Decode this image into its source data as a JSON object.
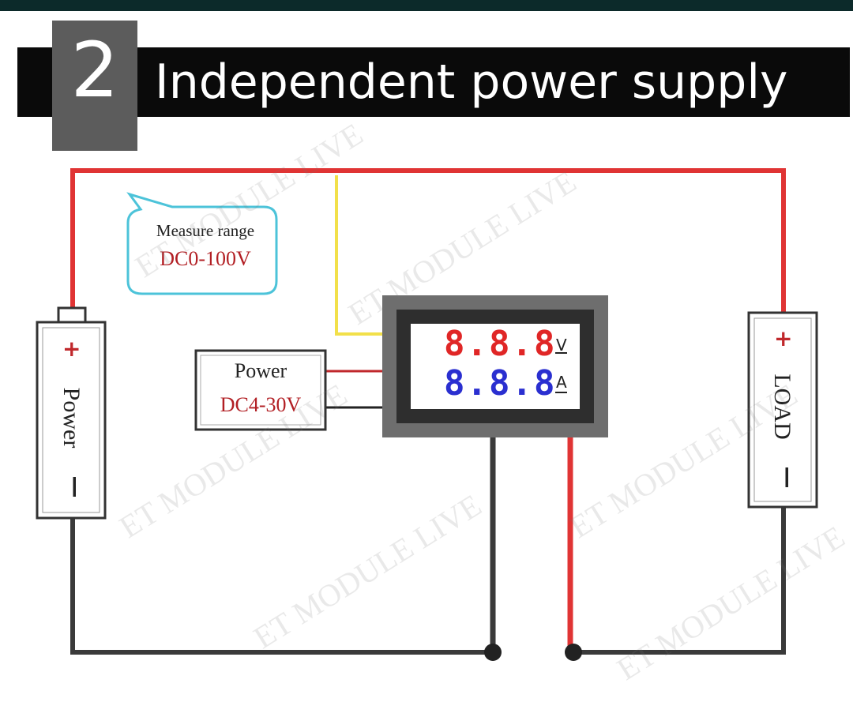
{
  "header": {
    "number": "2",
    "title": "Independent power supply"
  },
  "callouts": {
    "measure_label": "Measure range",
    "measure_value": "DC0-100V",
    "power_label": "Power",
    "power_value": "DC4-30V"
  },
  "meter": {
    "voltage_digits": "8.8.8",
    "current_digits": "8.8.8",
    "voltage_unit": "V",
    "current_unit": "A"
  },
  "terminals": {
    "left_label": "Power",
    "right_label": "LOAD",
    "plus": "+",
    "minus": "—"
  },
  "watermark": "ET MODULE LIVE",
  "colors": {
    "red_wire": "#e03434",
    "black_wire": "#3a3a3a",
    "yellow_wire": "#f2e04a",
    "callout_border": "#4cc3d9",
    "meter_frame": "#6e6e6e",
    "voltage_digits": "#e02626",
    "current_digits": "#2a2fd0"
  }
}
